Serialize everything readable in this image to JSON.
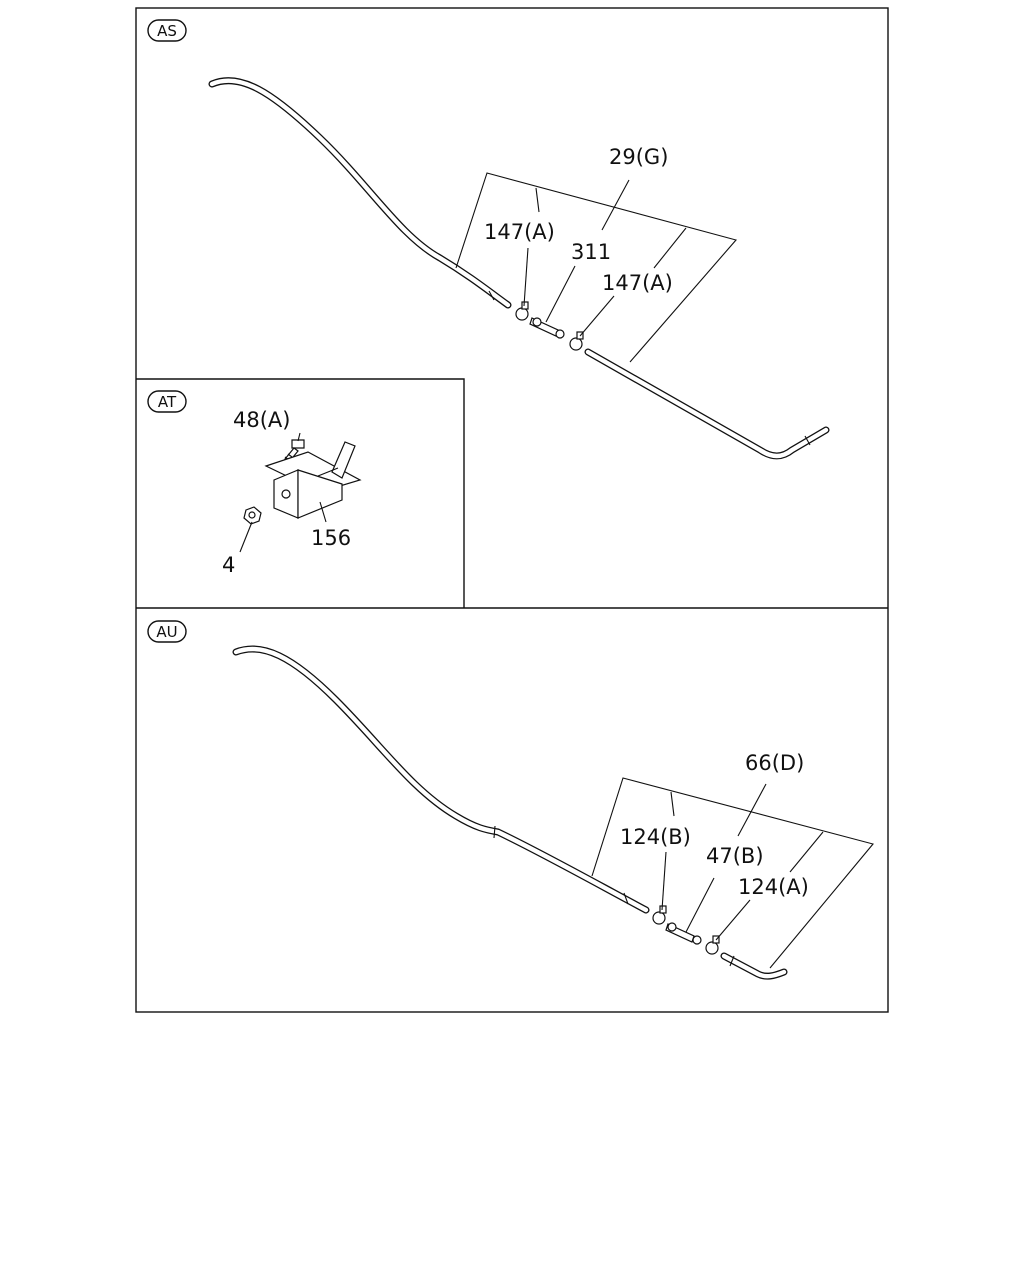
{
  "sections": {
    "as": {
      "tag": "AS",
      "labels": {
        "l29g": "29(G)",
        "l147a_1": "147(A)",
        "l311": "311",
        "l147a_2": "147(A)"
      }
    },
    "at": {
      "tag": "AT",
      "labels": {
        "l48a": "48(A)",
        "l156": "156",
        "l4": "4"
      }
    },
    "au": {
      "tag": "AU",
      "labels": {
        "l66d": "66(D)",
        "l124b": "124(B)",
        "l47b": "47(B)",
        "l124a": "124(A)"
      }
    }
  }
}
